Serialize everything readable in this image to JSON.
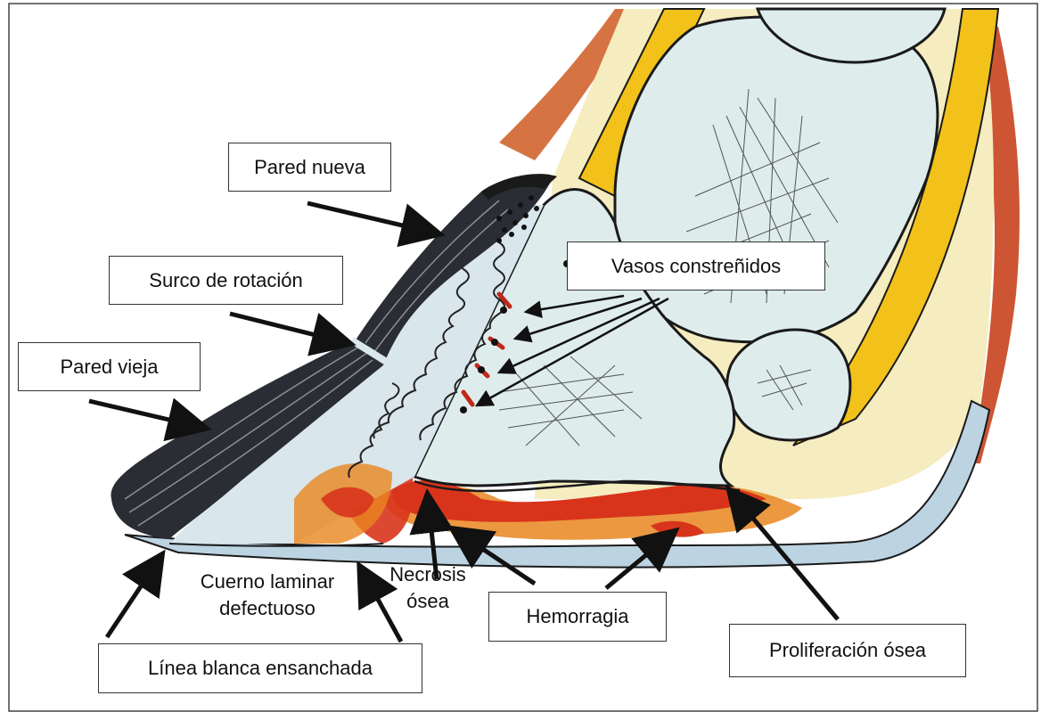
{
  "labels": {
    "pared_nueva": "Pared nueva",
    "surco_rotacion": "Surco de rotación",
    "pared_vieja": "Pared vieja",
    "vasos": "Vasos constreñidos",
    "cuerno_1": "Cuerno laminar",
    "cuerno_2": "defectuoso",
    "necrosis_1": "Necrosis",
    "necrosis_2": "ósea",
    "hemorragia": "Hemorragia",
    "proliferacion": "Proliferación ósea",
    "linea_blanca": "Línea blanca ensanchada"
  },
  "colors": {
    "bone": "#dfecec",
    "hoof_fill": "#cfe0e8",
    "yellow": "#f2c21b",
    "pale_yellow": "#f5ecc0",
    "red": "#d8341c",
    "orange": "#e8861e",
    "dark_wall": "#2a2d33",
    "outline": "#1a1a1a"
  }
}
